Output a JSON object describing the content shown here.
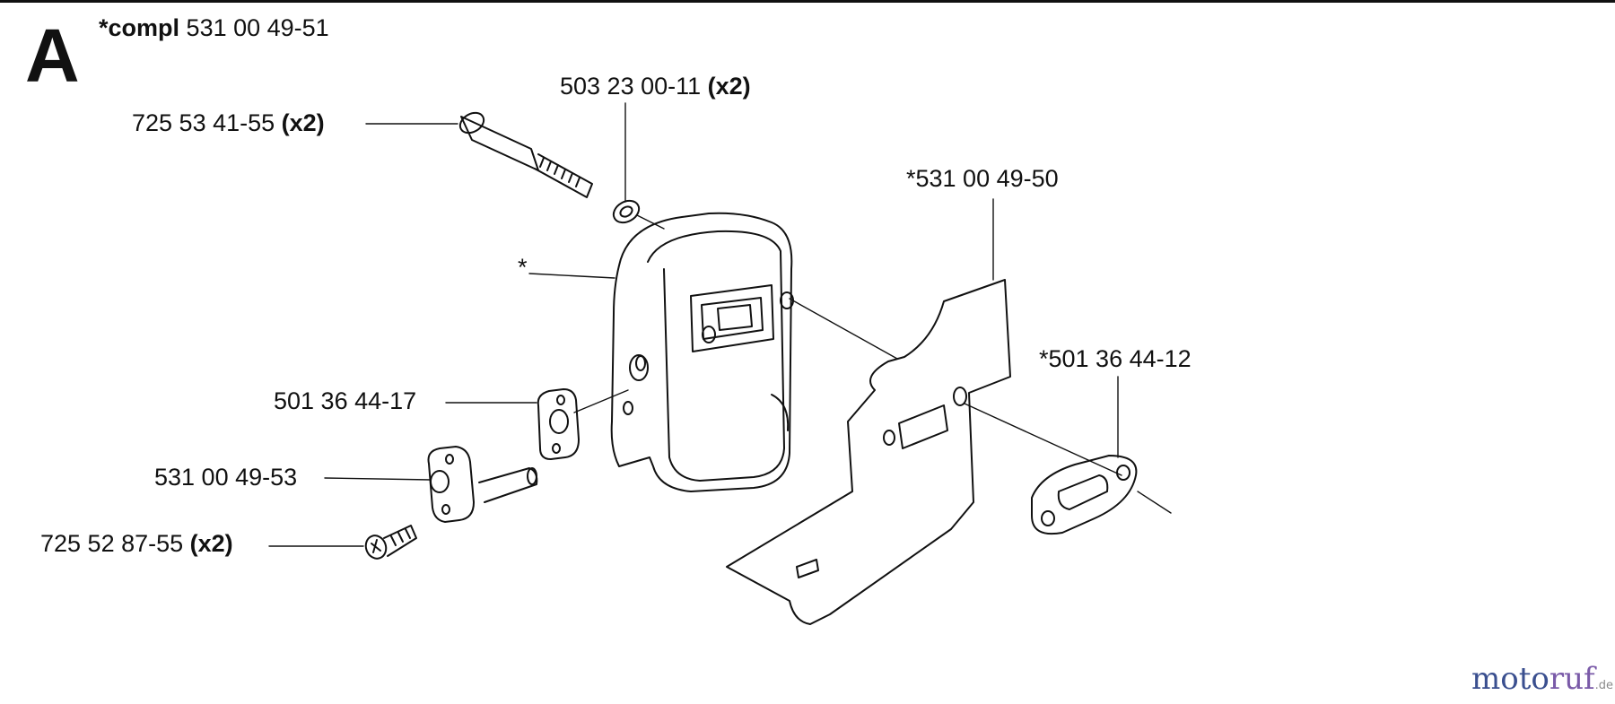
{
  "section": {
    "letter": "A"
  },
  "complete": {
    "prefix": "*compl",
    "number": "531 00 49-51"
  },
  "callouts": [
    {
      "id": "screw",
      "number": "725 53 41-55",
      "qty": "(x2)"
    },
    {
      "id": "washer",
      "number": "503 23 00-11",
      "qty": "(x2)"
    },
    {
      "id": "plate",
      "number": "*531 00 49-50",
      "qty": ""
    },
    {
      "id": "muffler",
      "number": "*",
      "qty": ""
    },
    {
      "id": "gasket-small",
      "number": "501 36 44-17",
      "qty": ""
    },
    {
      "id": "outlet",
      "number": "531 00 49-53",
      "qty": ""
    },
    {
      "id": "gasket-right",
      "number": "*501 36 44-12",
      "qty": ""
    },
    {
      "id": "small-screw",
      "number": "725 52 87-55",
      "qty": "(x2)"
    }
  ],
  "watermark": {
    "part1": "moto",
    "part2": "ruf",
    "tld": ".de"
  }
}
